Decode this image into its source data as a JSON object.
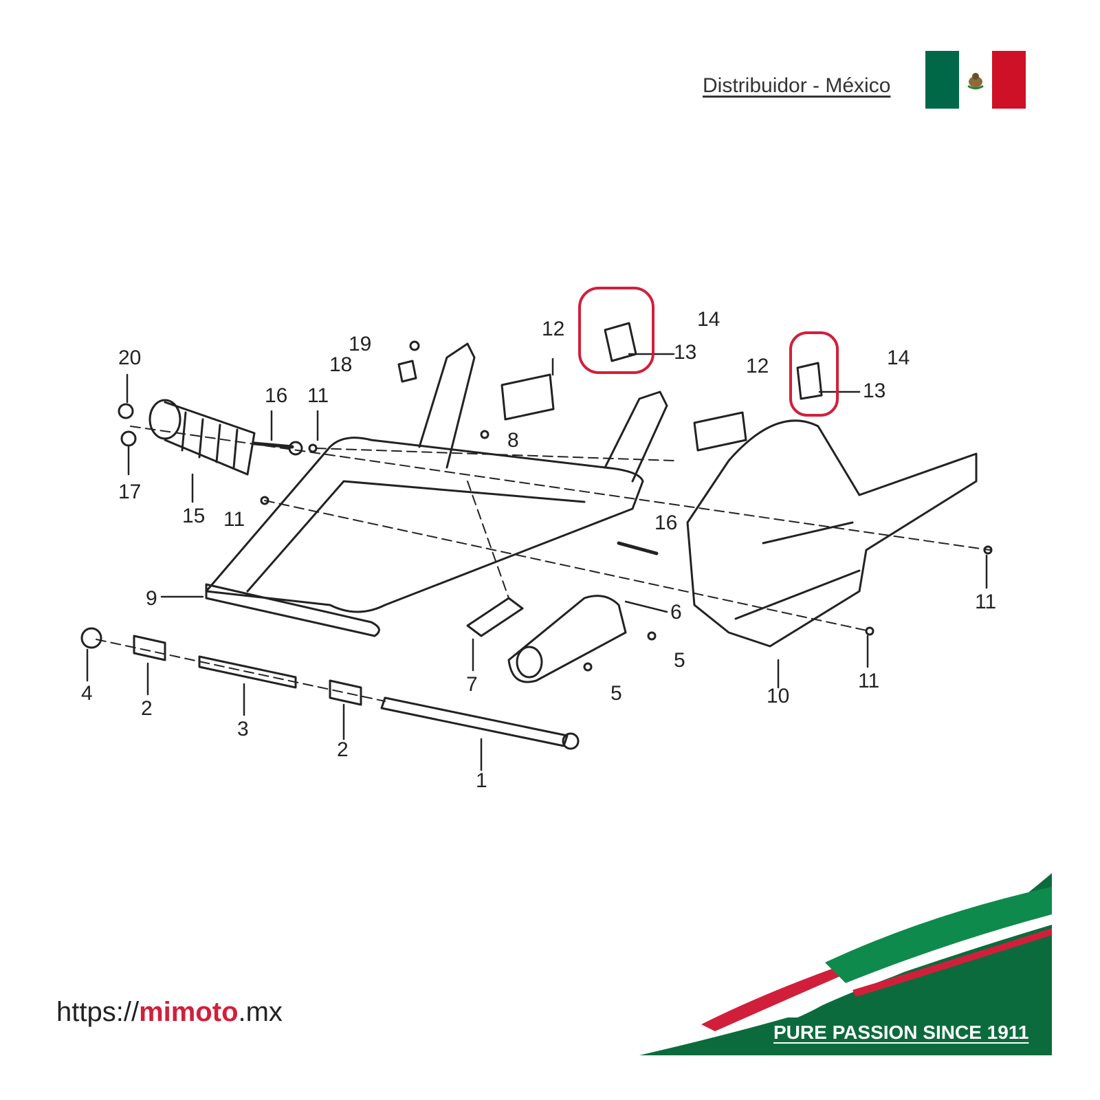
{
  "header": {
    "distributor_label": "Distribuidor - México",
    "flag": {
      "colors": [
        "#006847",
        "#ffffff",
        "#ce1126"
      ],
      "emblem_icon": "eagle-emblem-icon"
    }
  },
  "diagram": {
    "line_color": "#222222",
    "highlight_color": "#d11f3b",
    "callouts": [
      "20",
      "19",
      "18",
      "16",
      "11",
      "12",
      "13",
      "14",
      "12",
      "13",
      "14",
      "8",
      "17",
      "15",
      "11",
      "16",
      "11",
      "9",
      "6",
      "5",
      "5",
      "4",
      "2",
      "3",
      "2",
      "7",
      "1",
      "10",
      "11"
    ]
  },
  "footer": {
    "url_prefix": "https://",
    "url_accent": "mimoto",
    "url_suffix": ".mx",
    "accent_color": "#d11f3b",
    "tagline": "PURE PASSION SINCE 1911"
  }
}
